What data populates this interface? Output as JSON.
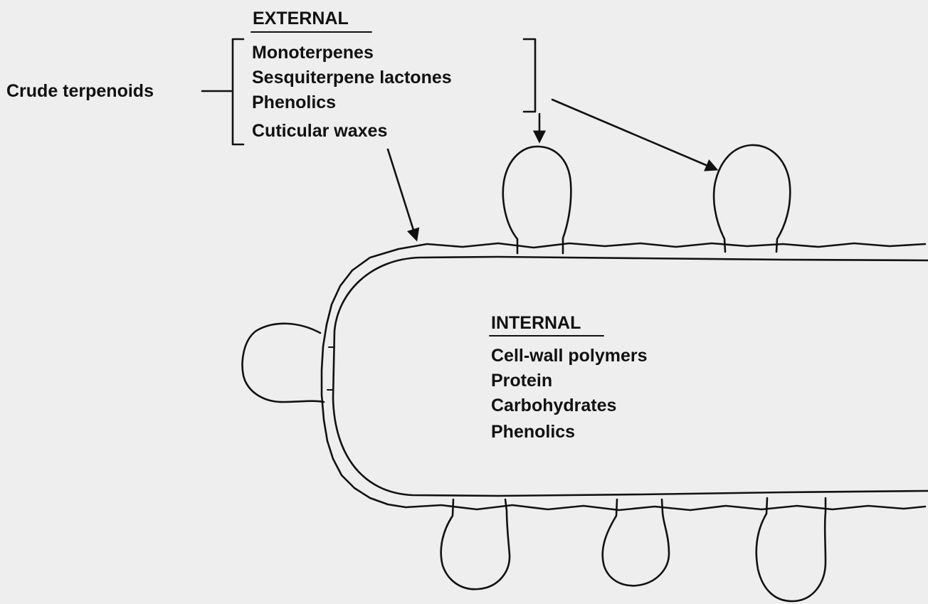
{
  "external": {
    "heading": "EXTERNAL",
    "items": [
      "Monoterpenes",
      "Sesquiterpene lactones",
      "Phenolics",
      "Cuticular waxes"
    ]
  },
  "crude_label": "Crude terpenoids",
  "internal": {
    "heading": "INTERNAL",
    "items": [
      "Cell-wall polymers",
      "Protein",
      "Carbohydrates",
      "Phenolics"
    ]
  }
}
